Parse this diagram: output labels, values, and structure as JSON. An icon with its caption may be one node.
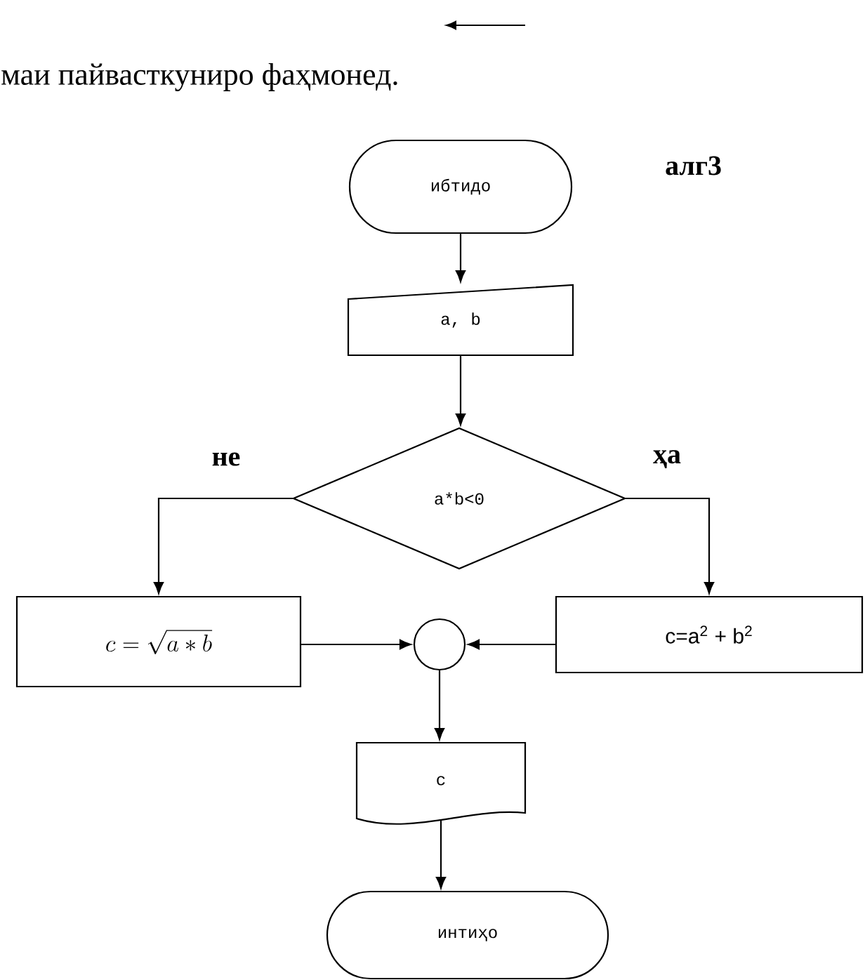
{
  "diagram": {
    "nodes": [
      {
        "text": [
          "ибтидо"
        ]
      },
      {
        "text": [
          "a, b"
        ]
      },
      {
        "text": [
          "a*b<0"
        ]
      },
      {
        "text": [
          "c = \\sqrt{a * b}"
        ]
      },
      {
        "text": [],
        "shape": "circle"
      },
      {
        "text": [
          "c=a$^{2}$ + b$^{2}$"
        ]
      },
      {
        "text": [
          "c"
        ]
      },
      {
        "text": [
          "интиҳо"
        ]
      }
    ],
    "edges": [
      {
        "from": 0,
        "to": 1,
        "arrow": "to"
      },
      {
        "from": 1,
        "to": 2,
        "arrow": "to"
      },
      {
        "from": 2,
        "to": 3,
        "arrow": "to",
        "label": "не"
      },
      {
        "from": 2,
        "to": 5,
        "arrow": "to",
        "label": "ҳа"
      },
      {
        "from": 3,
        "to": 4,
        "arrow": "to"
      },
      {
        "from": 5,
        "to": 4,
        "arrow": "to"
      },
      {
        "from": 4,
        "to": 6,
        "arrow": "to"
      },
      {
        "from": 6,
        "to": 7,
        "arrow": "to"
      }
    ],
    "labels": [
      "маи пайвасткуниро фаҳмонед.",
      "алг3"
    ]
  }
}
